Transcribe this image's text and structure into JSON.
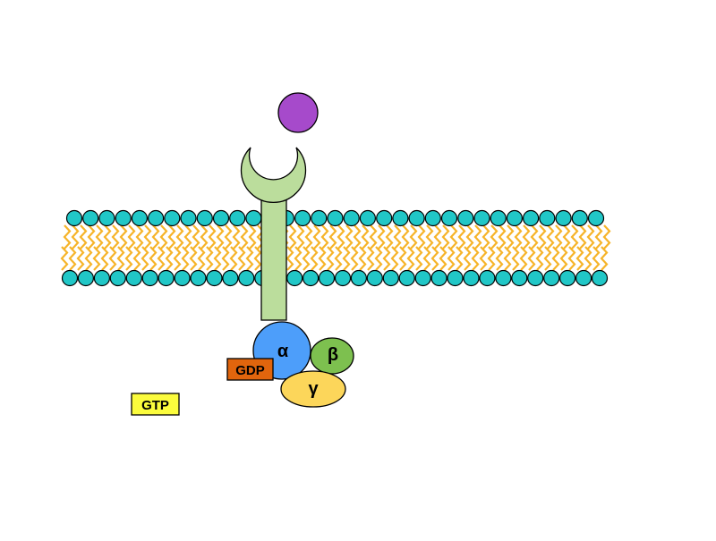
{
  "g_protein": {
    "alpha": {
      "label": "α",
      "color": "#4d9efa"
    },
    "beta": {
      "label": "β",
      "color": "#7dc04f"
    },
    "gamma": {
      "label": "γ",
      "color": "#fcd65a"
    }
  },
  "nucleotides": {
    "gdp": {
      "label": "GDP",
      "color": "#e1650d"
    },
    "gtp": {
      "label": "GTP",
      "color": "#fbfc3d"
    }
  },
  "receptor": {
    "color": "#bbdd9c"
  },
  "ligand": {
    "color": "#a64acb"
  },
  "membrane": {
    "head_color": "#21c7c7",
    "tail_color": "#f6b429"
  }
}
